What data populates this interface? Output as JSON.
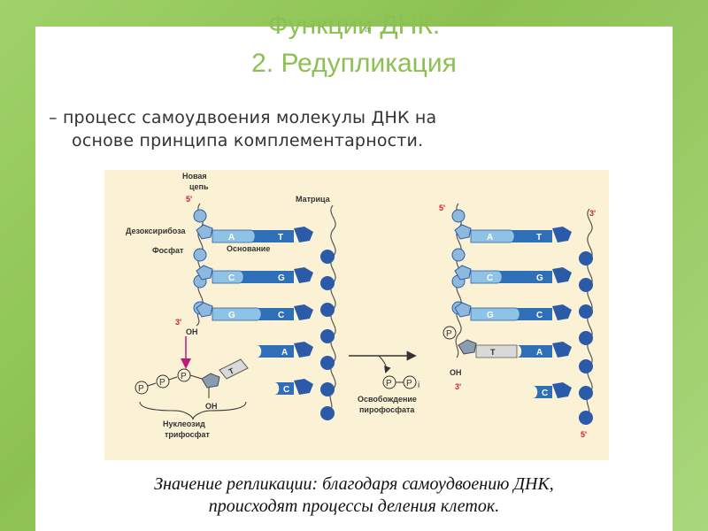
{
  "slide": {
    "title_line1": "Функции ДНК.",
    "title_line2": "2. Редупликация",
    "small_mark": "а",
    "definition_line1": "– процесс самоудвоения молекулы ДНК на",
    "definition_line2": "основе принципа комплементарности.",
    "significance_line1": "Значение репликации: благодаря самоудвоению  ДНК,",
    "significance_line2": "происходят процессы деления клеток."
  },
  "diagram": {
    "labels": {
      "new_strand_1": "Новая",
      "new_strand_2": "цепь",
      "template": "Матрица",
      "deoxyribose": "Дезоксирибоза",
      "phosphate": "Фосфат",
      "base": "Основание",
      "nucleoside_1": "Нуклеозид",
      "nucleoside_2": "трифосфат",
      "release_1": "Освобождение",
      "release_2": "пирофосфата",
      "five_prime": "5'",
      "three_prime": "3'",
      "oh": "OH",
      "p": "P",
      "pi": "P",
      "pi_sub": "i"
    },
    "left_pairs": [
      {
        "new": "A",
        "template": "T"
      },
      {
        "new": "C",
        "template": "G"
      },
      {
        "new": "G",
        "template": "C"
      }
    ],
    "left_unpaired": [
      "A",
      "C"
    ],
    "incoming_base": "T",
    "right_pairs": [
      {
        "new": "A",
        "template": "T"
      },
      {
        "new": "C",
        "template": "G"
      },
      {
        "new": "G",
        "template": "C"
      },
      {
        "new": "T",
        "template": "A"
      }
    ],
    "right_unpaired": [
      "C"
    ],
    "colors": {
      "light_blue": "#8fc3e6",
      "dark_blue": "#2f6fb8",
      "sugar": "#8fb9dc",
      "phosphate_dark": "#2a5aa8",
      "background": "#fbf1d4",
      "accent_red": "#d02030",
      "title_green": "#8cc152"
    }
  }
}
